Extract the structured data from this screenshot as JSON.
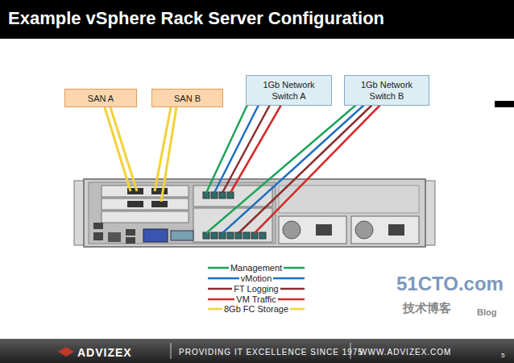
{
  "diagram": {
    "title": "Example vSphere Rack Server Configuration",
    "nodes": [
      {
        "text": [
          "SAN A"
        ]
      },
      {
        "text": [
          "SAN B"
        ]
      },
      {
        "text": [
          "1Gb Network Switch A"
        ]
      },
      {
        "text": [
          "1Gb Network Switch B"
        ]
      }
    ],
    "labels": [
      "ADVIZEX",
      "PROVIDING IT EXCELLENCE SINCE 1975",
      "WWW.ADVIZEX.COM",
      "5",
      "51CTO.com",
      "技术博客",
      "Blog"
    ],
    "legend": [
      {
        "text": "Management"
      },
      {
        "text": "vMotion"
      },
      {
        "text": "FT Logging"
      },
      {
        "text": "VM Traffic"
      },
      {
        "text": "8Gb FC Storage"
      }
    ]
  }
}
